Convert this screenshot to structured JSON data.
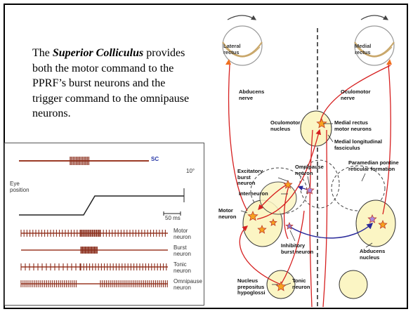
{
  "caption": {
    "pre": "The ",
    "emph": "Superior Colliculus",
    "rest": " provides both the motor command to the PPRF’s burst neurons and the trigger command to the omnipause neurons."
  },
  "inset": {
    "sc_label": "SC",
    "eye_position_label": "Eye\nposition",
    "degree_label": "10°",
    "time_label": "50 ms",
    "traces": [
      {
        "label": "Motor\nneuron"
      },
      {
        "label": "Burst\nneuron"
      },
      {
        "label": "Tonic\nneuron"
      },
      {
        "label": "Omnipause\nneuron"
      }
    ]
  },
  "diagram": {
    "lateral_rectus": "Lateral\nrectus",
    "medial_rectus": "Medial\nrectus",
    "abducens_nerve": "Abducens\nnerve",
    "oculomotor_nerve": "Oculomotor\nnerve",
    "oculomotor_nucleus": "Oculomotor\nnucleus",
    "medial_rectus_motor_neurons": "Medial rectus\nmotor neurons",
    "mlf": "Medial longitudinal\nfasciculus",
    "excitatory_burst": "Excitatory\nburst\nneuron",
    "omnipause": "Omnipause\nneuron",
    "pprf": "Paramedian pontine\nreticular formation",
    "interneuron": "Interneuron",
    "motor_neuron": "Motor\nneuron",
    "inhibitory_burst": "Inhibitory\nburst neuron",
    "abducens_nucleus": "Abducens\nnucleus",
    "nph": "Nucleus\nprepositus\nhypoglossi",
    "tonic_neuron": "Tonic\nneuron"
  },
  "colors": {
    "pathway": "#d62020",
    "inhibitory": "#2a2a9a",
    "nucleus_fill": "#fbf5c4",
    "neuron_fill": "#f6a21e",
    "sc_label": "#2a3aa8",
    "spike_fill": "#9b3a26"
  }
}
